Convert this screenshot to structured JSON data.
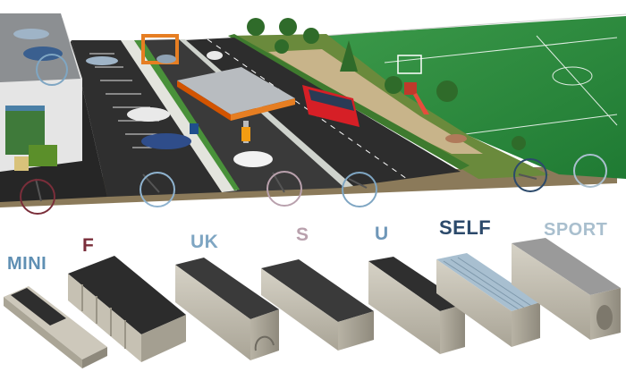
{
  "labels": {
    "mini": "MINI",
    "f": "F",
    "uk": "UK",
    "s": "S",
    "u": "U",
    "self": "SELF",
    "sport": "SPORT"
  },
  "colors": {
    "mini": "#5f8fb3",
    "f": "#7a2e3a",
    "uk": "#7fa6c3",
    "s": "#b9a1ad",
    "u": "#6f97b8",
    "self": "#2c4a6b",
    "sport": "#a9bfce"
  }
}
